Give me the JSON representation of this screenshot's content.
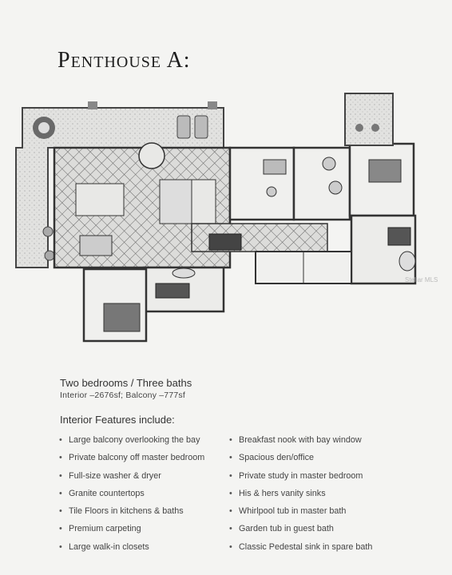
{
  "title": "Penthouse A:",
  "watermark": "Stellar MLS",
  "summary": {
    "bedrooms_baths": "Two bedrooms / Three baths",
    "area": "Interior –2676sf; Balcony –777sf"
  },
  "features_heading": "Interior Features include:",
  "features_left": [
    "Large balcony overlooking the bay",
    "Private balcony off master bedroom",
    "Full-size washer & dryer",
    "Granite countertops",
    "Tile Floors in kitchens & baths",
    "Premium carpeting",
    "Large walk-in closets"
  ],
  "features_right": [
    "Breakfast nook with bay window",
    "Spacious den/office",
    "Private study in master bedroom",
    "His & hers vanity sinks",
    "Whirlpool tub in master bath",
    "Garden tub in guest bath",
    "Classic Pedestal sink in spare bath"
  ],
  "bullet": "•"
}
